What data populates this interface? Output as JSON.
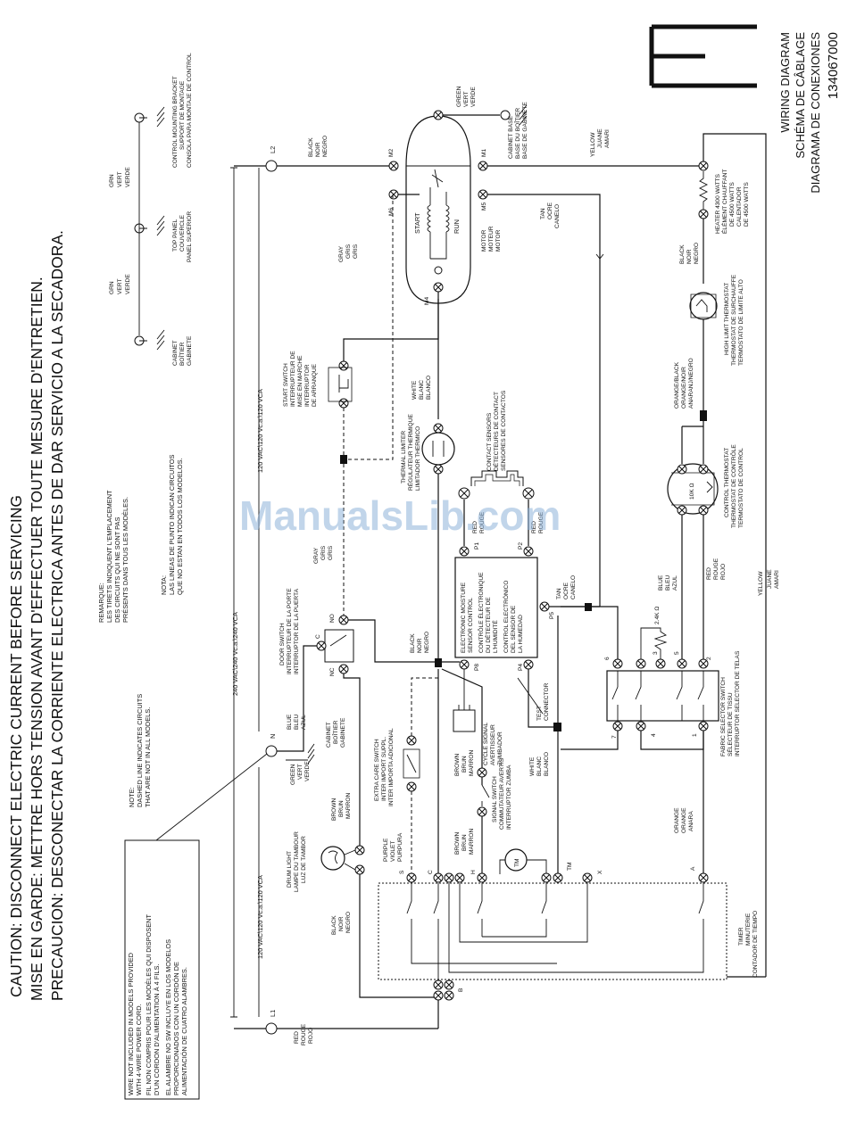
{
  "caution": {
    "en": "CAUTION: DISCONNECT ELECTRIC CURRENT BEFORE SERVICING",
    "fr": "MISE EN GARDE: METTRE HORS TENSION AVANT D'EFFECTUER TOUTE MESURE D'ENTRETIEN.",
    "es": "PRECAUCION: DESCONECTAR LA CORRIENTE ELECTRICA  ANTES DE DAR SERVICIO A LA SECADORA."
  },
  "header": {
    "line1": "WIRING DIAGRAM",
    "line2": "SCHÉMA DE CÂBLAGE",
    "line3": "DIAGRAMA DE CONEXIONES",
    "part_number": "134067000",
    "revision": "E"
  },
  "watermark": "ManualsLib.com",
  "notes": {
    "note_en": [
      "NOTE:",
      "DASHED LINE INDICATES CIRCUITS",
      "THAT ARE NOT IN ALL MODELS."
    ],
    "note_fr": [
      "REMARQUE:",
      "LES TIRETS INDIQUENT L'EMPLACEMENT",
      "DES CIRCUITS QUI NE SONT PAS",
      "PRÉSENTS DANS TOUS LES MODÈLES."
    ],
    "note_es": [
      "NOTA:",
      "LAS LINEAS DE PUNTO INDICAN CIRCUITOS",
      "QUE NO ESTAN EN TODOS LOS MODELOS."
    ],
    "box": [
      "WIRE NOT INCLUDED IN MODELS PROVIDED",
      "WITH 4-WIRE POWER CORD.",
      "FIL NON COMPRIS POUR LES MODÈLES QUI DISPOSENT",
      "D'UN CORDON D'ALIMENTATION À 4 FILS.",
      "EL ALAMBRE NO SW INCLUYE EN LOS MODELOS",
      "PROPORCIONADOS CON UN CORDÓN DE",
      "ALIMENTACIÓN DE CUATRO ALAMBRES."
    ]
  },
  "voltages": {
    "v120_left": "120 VAC\\120 Vc.a.\\120 VCA",
    "v240": "240 VAC\\240 Vc.a.\\240 VCA",
    "v120_right": "120 VAC\\120 Vc.a.\\120 VCA"
  },
  "lines": {
    "l1": "L1",
    "l2": "L2",
    "n": "N"
  },
  "grounds": {
    "cabinet": [
      "CABINET",
      "BOÎTIER",
      "GABINETE"
    ],
    "top_panel": [
      "TOP PANEL",
      "COUVERCLE",
      "PANEL SUPERIOR"
    ],
    "bracket": [
      "CONTROL MOUNTING BRACKET",
      "SUPPORT DE MONTAGE",
      "CONSOLA PARA MONTAJE DE CONTROL"
    ],
    "grn": [
      "GRN",
      "VERT",
      "VERDE"
    ],
    "cabinet_base": [
      "CABINET BASE",
      "BASE DU BOÎTIER",
      "BASE DE GABINETE"
    ]
  },
  "wires": {
    "red": [
      "RED",
      "ROUGE",
      "ROJO"
    ],
    "black": [
      "BLACK",
      "NOIR",
      "NEGRO"
    ],
    "green": [
      "GREEN",
      "VERT",
      "VERDE"
    ],
    "blue": [
      "BLUE",
      "BLEU",
      "AZUL"
    ],
    "brown": [
      "BROWN",
      "BRUN",
      "MARRON"
    ],
    "gray": [
      "GRAY",
      "GRIS",
      "GRIS"
    ],
    "white": [
      "WHITE",
      "BLANC",
      "BLANCO"
    ],
    "purple": [
      "PURPLE",
      "VIOLET",
      "PURPURA"
    ],
    "tan": [
      "TAN",
      "OCRE",
      "CANELO"
    ],
    "orange": [
      "ORANGE",
      "ORANGE",
      "ANARA"
    ],
    "yellow": [
      "YELLOW",
      "JUANE",
      "AMARI"
    ],
    "orange_black": [
      "ORANGE/BLACK",
      "ORANGE/NOIR",
      "ANARANJ/NEGRO"
    ]
  },
  "components": {
    "motor": [
      "MOTOR",
      "MOTEUR",
      "MOTOR"
    ],
    "start": "START",
    "run": "RUN",
    "heater": [
      "HEATER 4300 WATTS",
      "ÉLÉMENT CHAUFFANT",
      "DE 4500 WATTS",
      "CALENTADOR",
      "DE 4500 WATTS"
    ],
    "high_limit": [
      "HIGH LIMIT THERMOSTAT",
      "THERMOSTAT DE SURCHAUFFE",
      "TERMOSTATO DE LIMITE ALTO"
    ],
    "control_thermostat": [
      "CONTROL THERMOSTAT",
      "THERMOSTAT DE CONTRÔLE",
      "TERMOSTATO DE CONTROL"
    ],
    "thermistor": "10K Ω",
    "resistor": "2.4K Ω",
    "start_switch": [
      "START SWITCH",
      "INTERRUPTEUR DE",
      "MISE EN MARCHE",
      "INTERRUPTOR",
      "DE ARRANQUE"
    ],
    "thermal_limiter": [
      "THERMAL LIMITER",
      "RÉGULATEUR THERMIQUE",
      "LIMITADOR THERMICO"
    ],
    "contact_sensors": [
      "CONTACT SENSORS",
      "DÉTECTEURS DE CONTACT",
      "SENSORES DE CONTACTOS"
    ],
    "moisture_control": [
      "ELECTRONIC MOISTURE",
      "SENSOR CONTROL",
      "CONTRÔLE ÉLECTRONIQUE",
      "DU DÉTECTEUR DE",
      "L'HUMIDITÉ",
      "CONTROL ELECTRÓNICO",
      "DEL SENSOR DE",
      "LA HUMEDAD"
    ],
    "door_switch": [
      "DOOR SWITCH",
      "INTERRUPTEUR DE LA PORTE",
      "INTERRUPTOR DE LA PUERTA"
    ],
    "drum_light": [
      "DRUM LIGHT",
      "LAMPE DU TAMBOUR",
      "LUZ DE TAMBOR"
    ],
    "extra_care": [
      "EXTRA CARE SWITCH",
      "INTER IMPORT SUPPL.",
      "INTER IMPORTA ADICIONAL"
    ],
    "cycle_signal": [
      "CYCLE SIGNAL",
      "AVERTISSEUR",
      "ZUMBADOR"
    ],
    "signal_switch": [
      "SIGNAL SWITCH",
      "COMMUTATEUR AVERTIS",
      "INTERRUPTOR ZUMBA"
    ],
    "test_connector": [
      "TEST",
      "CONNECTOR"
    ],
    "fabric_selector": [
      "FABRIC SELECTOR SWITCH",
      "SÉLECTEUR DE TISSU",
      "INTERRUPTOR SELECTOR DE TELAS"
    ],
    "timer": [
      "TIMER",
      "MINUTERIE",
      "CONTADOR DE TIEMPO"
    ],
    "tm": "TM"
  },
  "terminals": {
    "m1": "M1",
    "m2": "M2",
    "m4": "M4",
    "m5": "M5",
    "m6": "M6",
    "p1": "P1",
    "p2": "P2",
    "p4": "P4",
    "p5": "P5",
    "p8": "P8",
    "c": "C",
    "no": "NO",
    "nc": "NC",
    "t_s": "S",
    "t_c": "C",
    "t_h": "H",
    "t_tm": "TM",
    "t_x": "X",
    "t_a": "A",
    "t_b": "B",
    "fs1": "1",
    "fs2": "2",
    "fs3": "3",
    "fs4": "4",
    "fs5": "5",
    "fs6": "6",
    "fs7": "7"
  },
  "sensor_partial": [
    "RED",
    "ROUGE",
    "ROJO"
  ],
  "sensor_partial2": [
    "RED",
    "ROUGE",
    "ROJO"
  ]
}
